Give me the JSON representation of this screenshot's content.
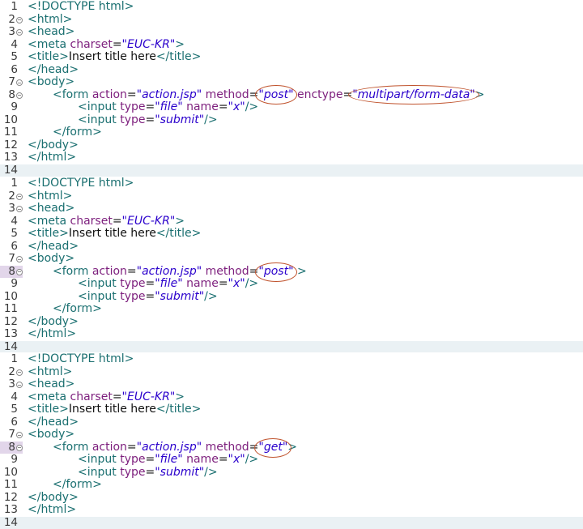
{
  "panels": [
    {
      "id": "panel-post-multipart",
      "lines": [
        {
          "n": "1",
          "fold": false,
          "indent": 0,
          "tokens": [
            [
              "tag",
              "<!DOCTYPE html>"
            ]
          ]
        },
        {
          "n": "2",
          "fold": true,
          "indent": 0,
          "tokens": [
            [
              "tag",
              "<html>"
            ]
          ]
        },
        {
          "n": "3",
          "fold": true,
          "indent": 0,
          "tokens": [
            [
              "tag",
              "<head>"
            ]
          ]
        },
        {
          "n": "4",
          "fold": false,
          "indent": 0,
          "tokens": [
            [
              "tag",
              "<meta "
            ],
            [
              "attr",
              "charset"
            ],
            [
              "eq",
              "="
            ],
            [
              "str",
              "\"EUC-KR\""
            ],
            [
              "tag",
              ">"
            ]
          ]
        },
        {
          "n": "5",
          "fold": false,
          "indent": 0,
          "tokens": [
            [
              "tag",
              "<title>"
            ],
            [
              "text",
              "Insert title here"
            ],
            [
              "tag",
              "</title>"
            ]
          ]
        },
        {
          "n": "6",
          "fold": false,
          "indent": 0,
          "tokens": [
            [
              "tag",
              "</head>"
            ]
          ]
        },
        {
          "n": "7",
          "fold": true,
          "indent": 0,
          "tokens": [
            [
              "tag",
              "<body>"
            ]
          ]
        },
        {
          "n": "8",
          "fold": true,
          "indent": 1,
          "tokens": [
            [
              "tag",
              "<form "
            ],
            [
              "attr",
              "action"
            ],
            [
              "eq",
              "="
            ],
            [
              "str",
              "\"action.jsp\""
            ],
            [
              "attr",
              " method"
            ],
            [
              "eq",
              "="
            ],
            [
              "str",
              "\"post\""
            ],
            [
              "attr",
              " enctype"
            ],
            [
              "eq",
              "="
            ],
            [
              "str",
              "\"multipart/form-data\""
            ],
            [
              "tag",
              ">"
            ]
          ]
        },
        {
          "n": "9",
          "fold": false,
          "indent": 2,
          "tokens": [
            [
              "tag",
              "<input "
            ],
            [
              "attr",
              "type"
            ],
            [
              "eq",
              "="
            ],
            [
              "str",
              "\"file\""
            ],
            [
              "attr",
              " name"
            ],
            [
              "eq",
              "="
            ],
            [
              "str",
              "\"x\""
            ],
            [
              "tag",
              "/>"
            ]
          ]
        },
        {
          "n": "10",
          "fold": false,
          "indent": 2,
          "tokens": [
            [
              "tag",
              "<input "
            ],
            [
              "attr",
              "type"
            ],
            [
              "eq",
              "="
            ],
            [
              "str",
              "\"submit\""
            ],
            [
              "tag",
              "/>"
            ]
          ]
        },
        {
          "n": "11",
          "fold": false,
          "indent": 1,
          "tokens": [
            [
              "tag",
              "</form>"
            ]
          ]
        },
        {
          "n": "12",
          "fold": false,
          "indent": 0,
          "tokens": [
            [
              "tag",
              "</body>"
            ]
          ]
        },
        {
          "n": "13",
          "fold": false,
          "indent": 0,
          "tokens": [
            [
              "tag",
              "</html>"
            ]
          ]
        },
        {
          "n": "14",
          "fold": false,
          "indent": 0,
          "highlight": true,
          "tokens": []
        }
      ]
    },
    {
      "id": "panel-post",
      "lines": [
        {
          "n": "1",
          "fold": false,
          "indent": 0,
          "tokens": [
            [
              "tag",
              "<!DOCTYPE html>"
            ]
          ]
        },
        {
          "n": "2",
          "fold": true,
          "indent": 0,
          "tokens": [
            [
              "tag",
              "<html>"
            ]
          ]
        },
        {
          "n": "3",
          "fold": true,
          "indent": 0,
          "tokens": [
            [
              "tag",
              "<head>"
            ]
          ]
        },
        {
          "n": "4",
          "fold": false,
          "indent": 0,
          "tokens": [
            [
              "tag",
              "<meta "
            ],
            [
              "attr",
              "charset"
            ],
            [
              "eq",
              "="
            ],
            [
              "str",
              "\"EUC-KR\""
            ],
            [
              "tag",
              ">"
            ]
          ]
        },
        {
          "n": "5",
          "fold": false,
          "indent": 0,
          "tokens": [
            [
              "tag",
              "<title>"
            ],
            [
              "text",
              "Insert title here"
            ],
            [
              "tag",
              "</title>"
            ]
          ]
        },
        {
          "n": "6",
          "fold": false,
          "indent": 0,
          "tokens": [
            [
              "tag",
              "</head>"
            ]
          ]
        },
        {
          "n": "7",
          "fold": true,
          "indent": 0,
          "tokens": [
            [
              "tag",
              "<body>"
            ]
          ]
        },
        {
          "n": "8",
          "fold": true,
          "indent": 1,
          "mark": true,
          "tokens": [
            [
              "tag",
              "<form "
            ],
            [
              "attr",
              "action"
            ],
            [
              "eq",
              "="
            ],
            [
              "str",
              "\"action.jsp\""
            ],
            [
              "attr",
              " method"
            ],
            [
              "eq",
              "="
            ],
            [
              "str",
              "\"post\""
            ],
            [
              "tag",
              " >"
            ]
          ]
        },
        {
          "n": "9",
          "fold": false,
          "indent": 2,
          "tokens": [
            [
              "tag",
              "<input "
            ],
            [
              "attr",
              "type"
            ],
            [
              "eq",
              "="
            ],
            [
              "str",
              "\"file\""
            ],
            [
              "attr",
              " name"
            ],
            [
              "eq",
              "="
            ],
            [
              "str",
              "\"x\""
            ],
            [
              "tag",
              "/>"
            ]
          ]
        },
        {
          "n": "10",
          "fold": false,
          "indent": 2,
          "tokens": [
            [
              "tag",
              "<input "
            ],
            [
              "attr",
              "type"
            ],
            [
              "eq",
              "="
            ],
            [
              "str",
              "\"submit\""
            ],
            [
              "tag",
              "/>"
            ]
          ]
        },
        {
          "n": "11",
          "fold": false,
          "indent": 1,
          "tokens": [
            [
              "tag",
              "</form>"
            ]
          ]
        },
        {
          "n": "12",
          "fold": false,
          "indent": 0,
          "tokens": [
            [
              "tag",
              "</body>"
            ]
          ]
        },
        {
          "n": "13",
          "fold": false,
          "indent": 0,
          "tokens": [
            [
              "tag",
              "</html>"
            ]
          ]
        },
        {
          "n": "14",
          "fold": false,
          "indent": 0,
          "highlight": true,
          "tokens": []
        }
      ]
    },
    {
      "id": "panel-get",
      "lines": [
        {
          "n": "1",
          "fold": false,
          "indent": 0,
          "tokens": [
            [
              "tag",
              "<!DOCTYPE html>"
            ]
          ]
        },
        {
          "n": "2",
          "fold": true,
          "indent": 0,
          "tokens": [
            [
              "tag",
              "<html>"
            ]
          ]
        },
        {
          "n": "3",
          "fold": true,
          "indent": 0,
          "tokens": [
            [
              "tag",
              "<head>"
            ]
          ]
        },
        {
          "n": "4",
          "fold": false,
          "indent": 0,
          "tokens": [
            [
              "tag",
              "<meta "
            ],
            [
              "attr",
              "charset"
            ],
            [
              "eq",
              "="
            ],
            [
              "str",
              "\"EUC-KR\""
            ],
            [
              "tag",
              ">"
            ]
          ]
        },
        {
          "n": "5",
          "fold": false,
          "indent": 0,
          "tokens": [
            [
              "tag",
              "<title>"
            ],
            [
              "text",
              "Insert title here"
            ],
            [
              "tag",
              "</title>"
            ]
          ]
        },
        {
          "n": "6",
          "fold": false,
          "indent": 0,
          "tokens": [
            [
              "tag",
              "</head>"
            ]
          ]
        },
        {
          "n": "7",
          "fold": true,
          "indent": 0,
          "tokens": [
            [
              "tag",
              "<body>"
            ]
          ]
        },
        {
          "n": "8",
          "fold": true,
          "indent": 1,
          "mark": true,
          "tokens": [
            [
              "tag",
              "<form "
            ],
            [
              "attr",
              "action"
            ],
            [
              "eq",
              "="
            ],
            [
              "str",
              "\"action.jsp\""
            ],
            [
              "attr",
              " method"
            ],
            [
              "eq",
              "="
            ],
            [
              "str",
              "\"get\""
            ],
            [
              "tag",
              ">"
            ]
          ]
        },
        {
          "n": "9",
          "fold": false,
          "indent": 2,
          "tokens": [
            [
              "tag",
              "<input "
            ],
            [
              "attr",
              "type"
            ],
            [
              "eq",
              "="
            ],
            [
              "str",
              "\"file\""
            ],
            [
              "attr",
              " name"
            ],
            [
              "eq",
              "="
            ],
            [
              "str",
              "\"x\""
            ],
            [
              "tag",
              "/>"
            ]
          ]
        },
        {
          "n": "10",
          "fold": false,
          "indent": 2,
          "tokens": [
            [
              "tag",
              "<input "
            ],
            [
              "attr",
              "type"
            ],
            [
              "eq",
              "="
            ],
            [
              "str",
              "\"submit\""
            ],
            [
              "tag",
              "/>"
            ]
          ]
        },
        {
          "n": "11",
          "fold": false,
          "indent": 1,
          "tokens": [
            [
              "tag",
              "</form>"
            ]
          ]
        },
        {
          "n": "12",
          "fold": false,
          "indent": 0,
          "tokens": [
            [
              "tag",
              "</body>"
            ]
          ]
        },
        {
          "n": "13",
          "fold": false,
          "indent": 0,
          "tokens": [
            [
              "tag",
              "</html>"
            ]
          ]
        },
        {
          "n": "14",
          "fold": false,
          "indent": 0,
          "highlight": true,
          "tokens": []
        }
      ]
    }
  ],
  "colors": {
    "tag": "#1a6f70",
    "attr": "#7d1f7d",
    "string": "#2a00cc",
    "annotation": "#c0532d",
    "highlight": "#eaf1f4"
  }
}
